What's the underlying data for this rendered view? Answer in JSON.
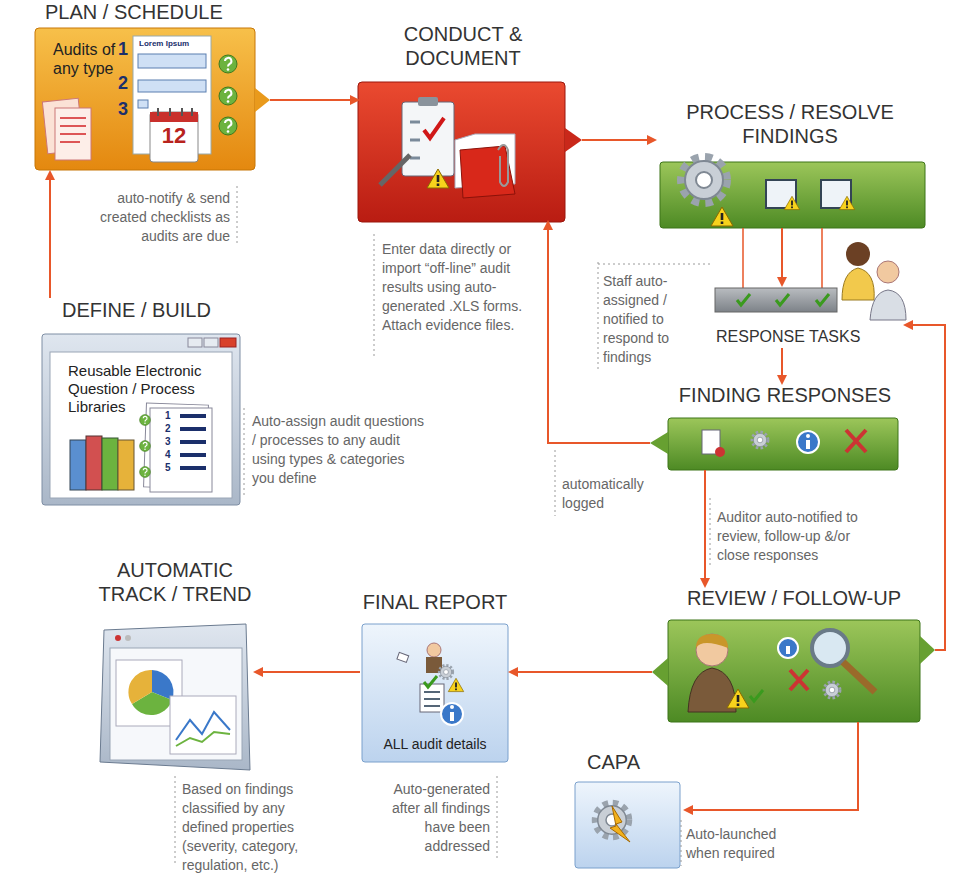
{
  "diagram": {
    "nodes": [
      {
        "text": [
          "PLAN / SCHEDULE",
          "Audits of any type"
        ]
      },
      {
        "text": [
          "CONDUCT & DOCUMENT"
        ]
      },
      {
        "text": [
          "PROCESS / RESOLVE FINDINGS"
        ]
      },
      {
        "text": [
          "RESPONSE TASKS"
        ]
      },
      {
        "text": [
          "FINDING RESPONSES"
        ]
      },
      {
        "text": [
          "DEFINE / BUILD",
          "Reusable Electronic Question / Process Libraries"
        ]
      },
      {
        "text": [
          "REVIEW / FOLLOW-UP"
        ]
      },
      {
        "text": [
          "FINAL REPORT",
          "ALL audit details"
        ]
      },
      {
        "text": [
          "AUTOMATIC TRACK / TREND"
        ]
      },
      {
        "text": [
          "CAPA"
        ]
      }
    ],
    "edges": [
      {
        "from": 5,
        "to": 0,
        "arrow": "to"
      },
      {
        "from": 0,
        "to": 1,
        "arrow": "to"
      },
      {
        "from": 1,
        "to": 2,
        "arrow": "to"
      },
      {
        "from": 2,
        "to": 3,
        "arrow": "to"
      },
      {
        "from": 3,
        "to": 4,
        "arrow": "to"
      },
      {
        "from": 4,
        "to": 1,
        "arrow": "to"
      },
      {
        "from": 4,
        "to": 6,
        "arrow": "to"
      },
      {
        "from": 6,
        "to": 3,
        "arrow": "to"
      },
      {
        "from": 6,
        "to": 7,
        "arrow": "to"
      },
      {
        "from": 7,
        "to": 8,
        "arrow": "to"
      },
      {
        "from": 6,
        "to": 9,
        "arrow": "to"
      }
    ],
    "labels": [
      "1",
      "2",
      "3",
      "12",
      "Lorem Ipsum",
      "auto-notify & send created checklists as audits are due",
      "Enter data directly or import “off-line” audit results using auto-generated .XLS forms. Attach evidence files.",
      "Staff auto-assigned / notified to respond to findings",
      "Auto-assign audit questions / processes to any audit using types & categories you define",
      "automatically logged",
      "Auditor auto-notified to review, follow-up &/or close responses",
      "Based on findings classified by any defined properties (severity, category, regulation, etc.)",
      "Auto-generated after all findings have been addressed",
      "Auto-launched when required",
      "1",
      "2",
      "3",
      "4",
      "5"
    ]
  }
}
